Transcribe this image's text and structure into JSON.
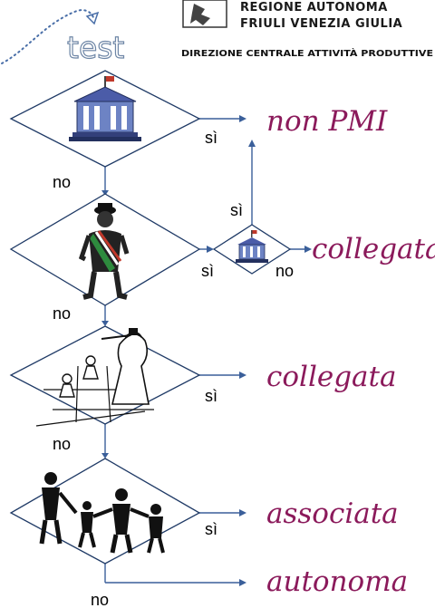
{
  "header": {
    "region_line1": "REGIONE AUTONOMA",
    "region_line2": "FRIULI VENEZIA GIULIA",
    "directorate": "DIREZIONE CENTRALE ATTIVITÀ PRODUTTIVE",
    "test_label": "test"
  },
  "edge_labels": {
    "yes": "sì",
    "no": "no"
  },
  "outcomes": {
    "non_pmi": "non PMI",
    "collegata_small": "collegata",
    "collegata": "collegata",
    "associata": "associata",
    "autonoma": "autonoma"
  },
  "icons": [
    "region-logo-icon",
    "government-building-icon",
    "mayor-figure-icon",
    "chess-pieces-icon",
    "family-icon"
  ]
}
